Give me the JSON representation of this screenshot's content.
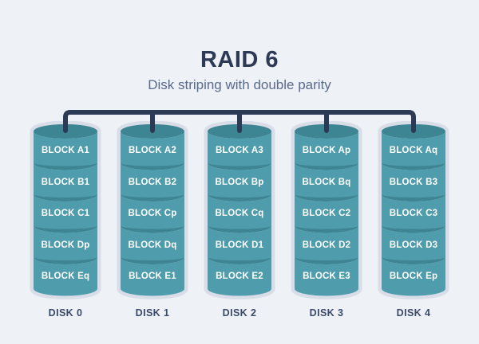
{
  "header": {
    "title": "RAID 6",
    "subtitle": "Disk striping with double parity"
  },
  "colors": {
    "page_background": "#eef1f6",
    "cylinder_body": "#4f9dac",
    "cylinder_cap": "#3e8594",
    "disk_outline": "#d8dde8",
    "bus_line": "#2d3a55",
    "title_text": "#2d3a55",
    "subtitle_text": "#5a6a8c",
    "disk_label_text": "#3a4a6b",
    "block_text": "#ffffff"
  },
  "disks": [
    {
      "label": "DISK 0",
      "blocks": [
        "BLOCK A1",
        "BLOCK B1",
        "BLOCK C1",
        "BLOCK Dp",
        "BLOCK Eq"
      ]
    },
    {
      "label": "DISK 1",
      "blocks": [
        "BLOCK A2",
        "BLOCK B2",
        "BLOCK Cp",
        "BLOCK Dq",
        "BLOCK E1"
      ]
    },
    {
      "label": "DISK 2",
      "blocks": [
        "BLOCK A3",
        "BLOCK Bp",
        "BLOCK Cq",
        "BLOCK D1",
        "BLOCK E2"
      ]
    },
    {
      "label": "DISK 3",
      "blocks": [
        "BLOCK Ap",
        "BLOCK Bq",
        "BLOCK C2",
        "BLOCK D2",
        "BLOCK E3"
      ]
    },
    {
      "label": "DISK 4",
      "blocks": [
        "BLOCK Aq",
        "BLOCK B3",
        "BLOCK C3",
        "BLOCK D3",
        "BLOCK Ep"
      ]
    }
  ]
}
